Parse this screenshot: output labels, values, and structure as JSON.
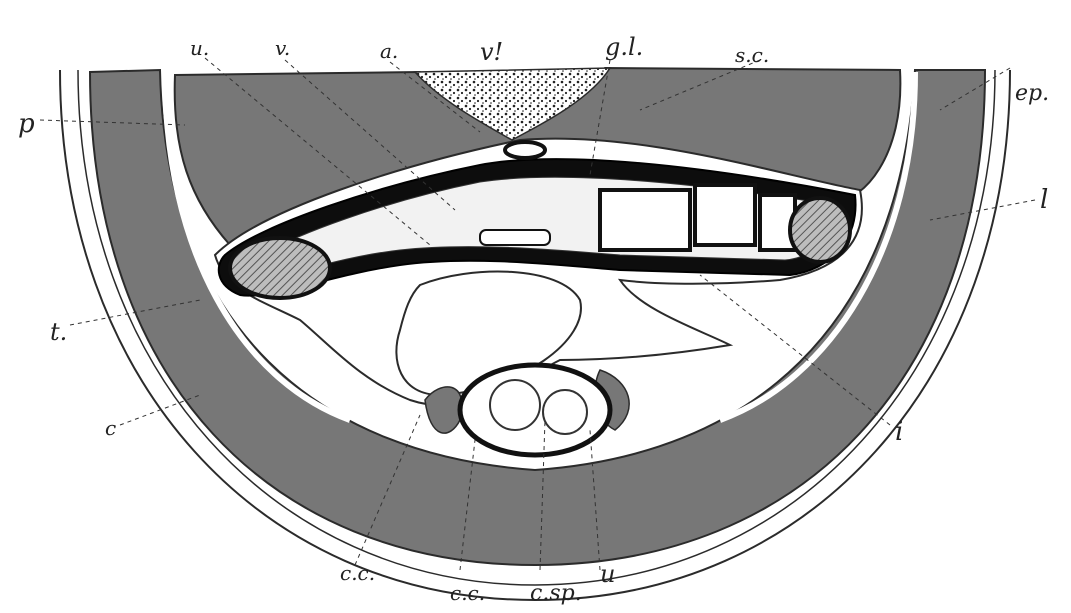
{
  "figure": {
    "background": "#ffffff",
    "colors": {
      "muscle": "#777777",
      "ink": "#1a1a1a",
      "outline": "#2b2b2b",
      "skin": "#ffffff",
      "hatched": "#999999",
      "gut_wall": "#0d0d0d",
      "gut_lumen": "#f2f2f2"
    },
    "labels": {
      "u_top": "u.",
      "v": "v.",
      "a": "a.",
      "v_prime": "v!",
      "gl": "g.l.",
      "sc": "s.c.",
      "p": "p",
      "ep": "ep.",
      "l": "l",
      "t": "t.",
      "c": "c",
      "i": "i",
      "cc_left": "c.c.",
      "cc_mid": "c.c.",
      "csp": "c.sp.",
      "u_bottom": "u"
    }
  }
}
